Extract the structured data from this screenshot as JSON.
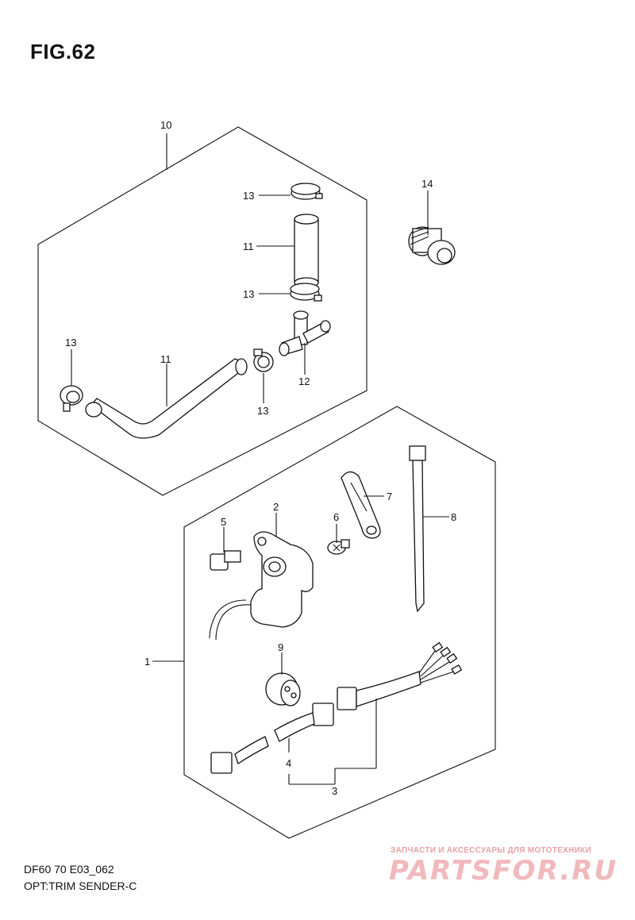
{
  "figure": {
    "title": "FIG.62"
  },
  "callouts": {
    "c10": "10",
    "c14": "14",
    "c13a": "13",
    "c11a": "11",
    "c13b": "13",
    "c13c": "13",
    "c11b": "11",
    "c12": "12",
    "c13d": "13",
    "c2": "2",
    "c5": "5",
    "c6": "6",
    "c7": "7",
    "c8": "8",
    "c1": "1",
    "c9": "9",
    "c4": "4",
    "c3": "3"
  },
  "footer": {
    "code": "DF60 70 E03_062",
    "name": "OPT:TRIM SENDER-C"
  },
  "watermark": {
    "top": "ЗАПЧАСТИ И АКСЕССУАРЫ ДЛЯ МОТОТЕХНИКИ",
    "logo": "PARTSFOR.RU"
  },
  "colors": {
    "line": "#111111",
    "watermark": "#f1b9bc"
  }
}
